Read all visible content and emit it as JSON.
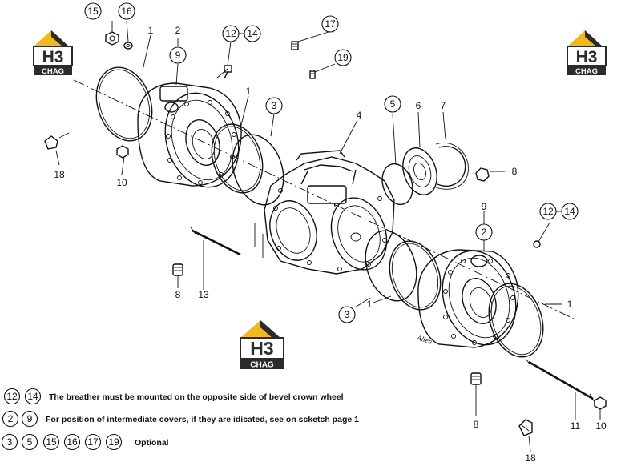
{
  "logo": {
    "main": "H3",
    "sub": "CHAG"
  },
  "labels": {
    "l1": "1",
    "l2": "2",
    "l3": "3",
    "l4": "4",
    "l5": "5",
    "l6": "6",
    "l7": "7",
    "l8": "8",
    "l9": "9",
    "l10": "10",
    "l11": "11",
    "l12": "12",
    "l13": "13",
    "l14": "14",
    "l15": "15",
    "l16": "16",
    "l17": "17",
    "l18": "18",
    "l19": "19"
  },
  "notes": [
    {
      "refs": [
        "12",
        "14"
      ],
      "text": "The breather must be mounted on the opposite side of bevel crown wheel"
    },
    {
      "refs": [
        "2",
        "9"
      ],
      "text": "For position of intermediate covers, if they are idicated, see on scketch page 1"
    },
    {
      "refs": [
        "3",
        "5",
        "15",
        "16",
        "17",
        "19"
      ],
      "text": "Optional"
    }
  ],
  "signature": "Alien"
}
